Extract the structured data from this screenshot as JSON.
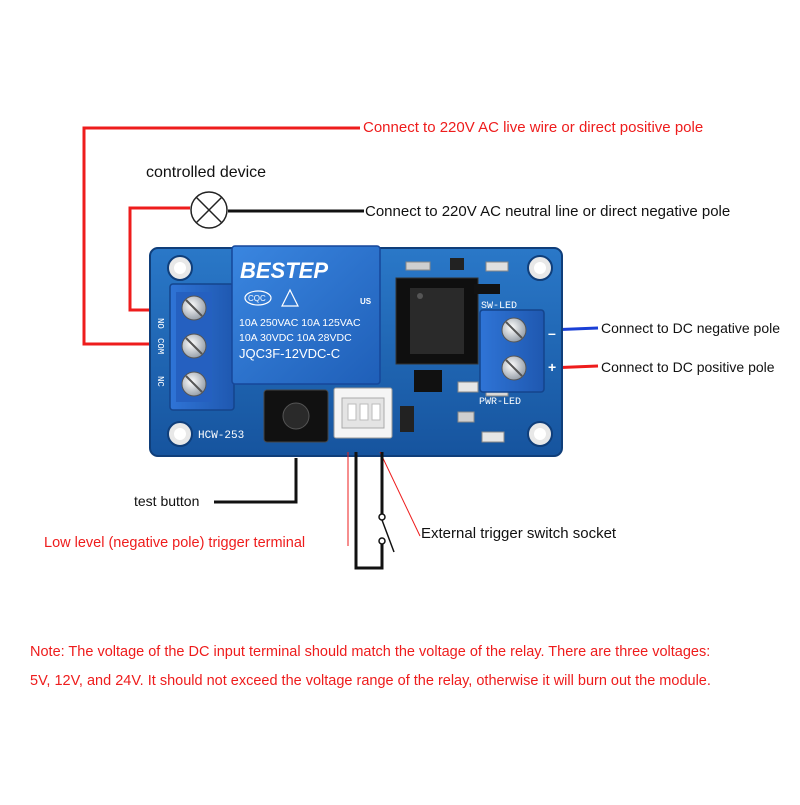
{
  "labels": {
    "live_wire": "Connect to 220V AC live wire or direct positive pole",
    "controlled_device": "controlled device",
    "neutral_line": "Connect to 220V AC neutral line or direct negative pole",
    "dc_negative": "Connect to DC negative pole",
    "dc_positive": "Connect to DC positive pole",
    "test_button": "test button",
    "low_level_trigger": "Low level (negative pole) trigger terminal",
    "external_trigger": "External trigger switch socket"
  },
  "board": {
    "relay_brand": "BESTEP",
    "relay_cert_left": "CQC",
    "relay_cert_right": "US",
    "relay_spec_line1": "10A 250VAC  10A 125VAC",
    "relay_spec_line2": "10A  30VDC  10A  28VDC",
    "relay_model": "JQC3F-12VDC-C",
    "board_model": "HCW-253",
    "sw_led": "SW-LED",
    "pwr_led": "PWR-LED",
    "terminal_no": "NO",
    "terminal_com": "COM",
    "terminal_nc": "NC",
    "dc_minus": "–",
    "dc_plus": "+"
  },
  "note": {
    "line1": "Note: The voltage of the DC input terminal should match the voltage of the relay. There are three voltages:",
    "line2": "5V, 12V, and 24V. It should not exceed the voltage range of the relay, otherwise it will burn out the module."
  },
  "colors": {
    "annotation_red": "#ee1c1c",
    "board_blue": "#1d5fae",
    "terminal_blue": "#2c6fd0",
    "wire_blue": "#1a3fd6"
  }
}
